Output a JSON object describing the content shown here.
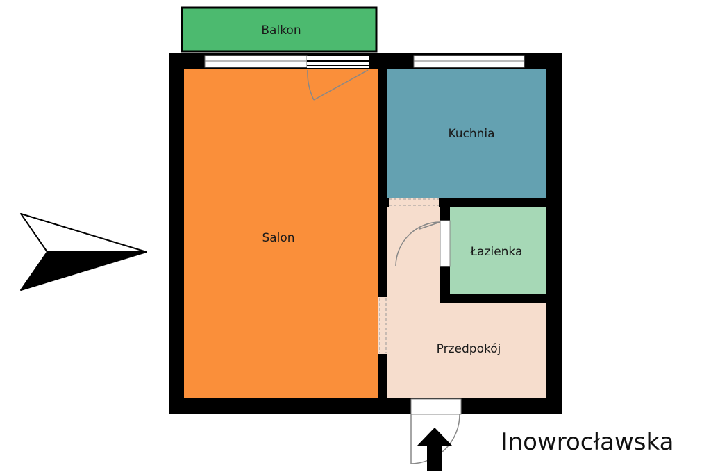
{
  "rooms": {
    "balcony": {
      "label": "Balkon",
      "color": "#4cba6f"
    },
    "living_room": {
      "label": "Salon",
      "color": "#fa8f3a"
    },
    "kitchen": {
      "label": "Kuchnia",
      "color": "#64a1b1"
    },
    "bathroom": {
      "label": "Łazienka",
      "color": "#a6d8b6"
    },
    "hallway": {
      "label": "Przedpokój",
      "color": "#f6ddcd"
    }
  },
  "street": {
    "label": "Inowrocławska"
  },
  "compass": {
    "direction": "east"
  },
  "entrance": {
    "arrow": "up-arrow-icon"
  },
  "colors": {
    "wall": "#000000",
    "window": "#ffffff",
    "door_line": "#888888"
  }
}
